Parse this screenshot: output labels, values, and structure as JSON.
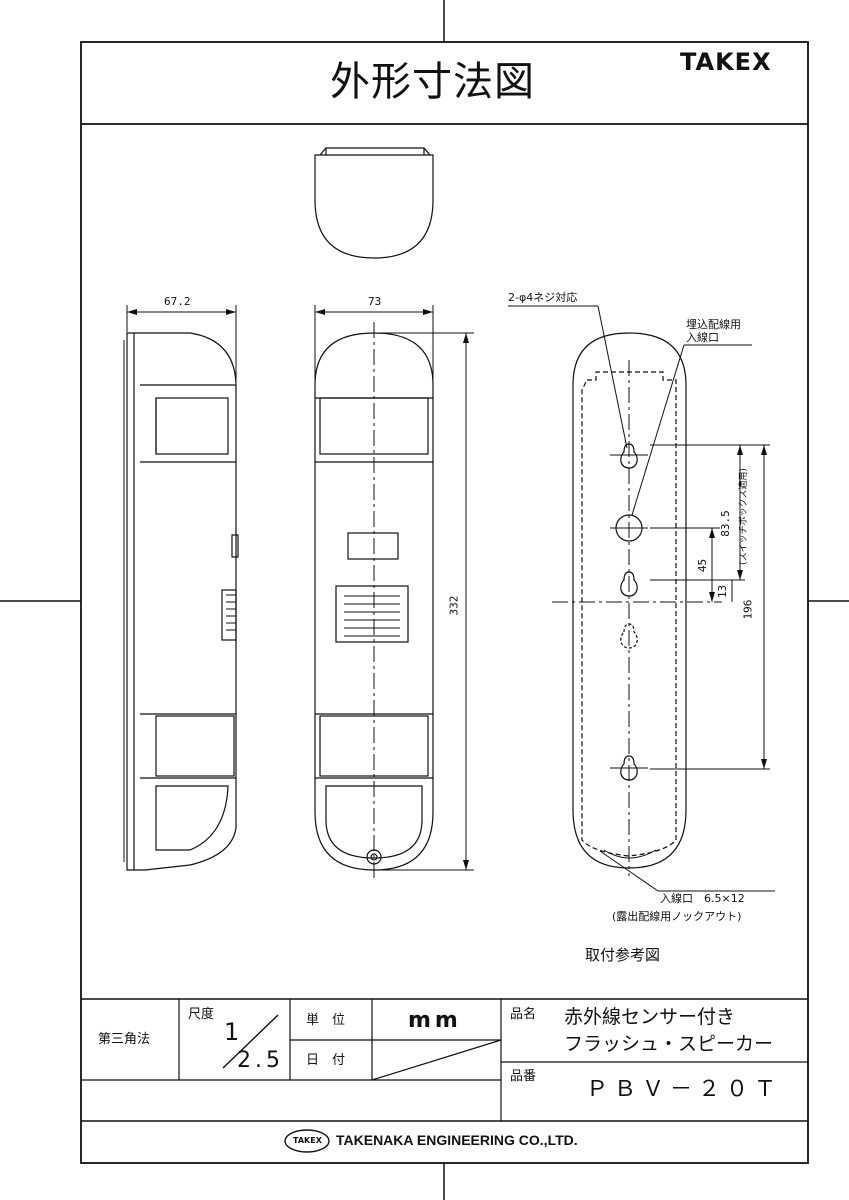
{
  "header": {
    "title": "外形寸法図",
    "brand": "TAKEX"
  },
  "dimensions": {
    "side_width": "67.2",
    "front_width": "73",
    "height": "332"
  },
  "mounting": {
    "screw_hole": "2-φ4ネジ対応",
    "embedded_entry_line1": "埋込配線用",
    "embedded_entry_line2": "入線口",
    "dim_83_5": "83.5",
    "switch_box_note": "(スイッチボックス適用)",
    "dim_45": "45",
    "dim_13": "13",
    "dim_196": "196",
    "exposed_entry": "入線口　6.5×12",
    "knockout_note": "(露出配線用ノックアウト)",
    "caption": "取付参考図"
  },
  "title_block": {
    "projection": "第三角法",
    "scale_label": "尺度",
    "scale_num": "1",
    "scale_den": "2.5",
    "unit_label": "単　位",
    "unit_value": "mm",
    "date_label": "日　付",
    "product_name_label": "品名",
    "product_name_line1": "赤外線センサー付き",
    "product_name_line2": "フラッシュ・スピーカー",
    "part_no_label": "品番",
    "part_no": "ＰＢＶ－２０Ｔ"
  },
  "footer": {
    "logo_text": "TAKEX",
    "company": "TAKENAKA ENGINEERING CO.,LTD."
  }
}
